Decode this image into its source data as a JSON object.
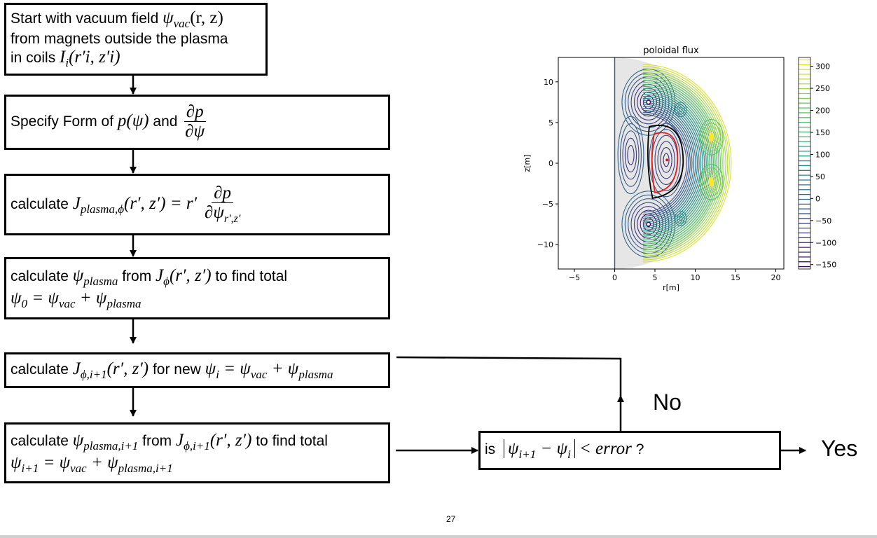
{
  "flowchart": {
    "box1": {
      "line1_text": "Start with vacuum field ",
      "line1_math": "ψ",
      "line1_sub": "vac",
      "line1_args": "(r, z)",
      "line2": "from magnets outside the plasma",
      "line3_text": "in coils ",
      "line3_math": "I",
      "line3_sub": "i",
      "line3_args": "(r′i, z′i)"
    },
    "box2": {
      "text_a": "Specify Form of ",
      "math_a": "p(ψ)",
      "text_b": " and ",
      "frac_num": "∂p",
      "frac_den": "∂ψ"
    },
    "box3": {
      "text_a": "calculate ",
      "math_J": "J",
      "math_sub": "plasma,ϕ",
      "math_args": "(r′, z′) = r′",
      "frac_num": "∂p",
      "frac_den": "∂ψ",
      "frac_den_sub": "r′,z′"
    },
    "box4": {
      "text_a": "calculate ",
      "math_psi": "ψ",
      "math_psi_sub": "plasma",
      "text_b": " from ",
      "math_J": "J",
      "math_J_sub": "ϕ",
      "math_J_args": "(r′, z′)",
      "text_c": " to find total",
      "line2_psi0": "ψ",
      "line2_psi0_sub": "0",
      "line2_eq": " = ψ",
      "line2_vac_sub": "vac",
      "line2_plus": " + ψ",
      "line2_plasma_sub": "plasma"
    },
    "box5": {
      "text_a": "calculate ",
      "math_J": "J",
      "math_J_sub": "ϕ,i+1",
      "math_J_args": "(r′, z′)",
      "text_b": " for new ",
      "math_psi": "ψ",
      "math_psi_sub": "i",
      "math_eq": " = ψ",
      "math_vac_sub": "vac",
      "math_plus": " + ψ",
      "math_plasma_sub": "plasma"
    },
    "box6": {
      "text_a": "calculate ",
      "math_psi": "ψ",
      "math_psi_sub": "plasma,i+1",
      "text_b": " from ",
      "math_J": "J",
      "math_J_sub": "ϕ,i+1",
      "math_J_args": "(r′, z′)",
      "text_c": " to find total",
      "line2_psi": "ψ",
      "line2_psi_sub": "i+1",
      "line2_eq": " = ψ",
      "line2_vac_sub": "vac",
      "line2_plus": " + ψ",
      "line2_plasma_sub": "plasma,i+1"
    },
    "decision": {
      "text_a": "is ",
      "psi1": "ψ",
      "psi1_sub": "i+1",
      "minus": " − ψ",
      "psi2_sub": "i",
      "less": "< error",
      "qmark": " ?"
    },
    "label_no": "No",
    "label_yes": "Yes"
  },
  "chart_data": {
    "type": "contour",
    "title": "poloidal flux",
    "xlabel": "r[m]",
    "ylabel": "z[m]",
    "xlim": [
      -7,
      21
    ],
    "ylim": [
      -13,
      13
    ],
    "xticks": [
      -5,
      0,
      5,
      10,
      15,
      20
    ],
    "xtick_labels": [
      "−5",
      "0",
      "5",
      "10",
      "15",
      "20"
    ],
    "yticks": [
      -10,
      -5,
      0,
      5,
      10
    ],
    "ytick_labels": [
      "−10",
      "−5",
      "0",
      "5",
      "10"
    ],
    "colorbar_ticks": [
      300,
      250,
      200,
      150,
      100,
      50,
      0,
      -50,
      -100,
      -150
    ],
    "colorbar_tick_labels": [
      "300",
      "250",
      "200",
      "150",
      "100",
      "50",
      "0",
      "−50",
      "−100",
      "−150"
    ],
    "colorbar_range": [
      -160,
      320
    ],
    "colormap": [
      "#440154",
      "#3b528b",
      "#21918c",
      "#5ec962",
      "#fde725"
    ],
    "boundary_color": "#000000",
    "separatrix_color": "#e31a1c",
    "features": [
      {
        "kind": "coil-center",
        "r": 4.2,
        "z": 7.5
      },
      {
        "kind": "coil-center",
        "r": 4.2,
        "z": -7.5
      },
      {
        "kind": "magnetic-axis",
        "r": 6.5,
        "z": 0.4
      }
    ]
  },
  "footer": {
    "page_number": "27"
  }
}
